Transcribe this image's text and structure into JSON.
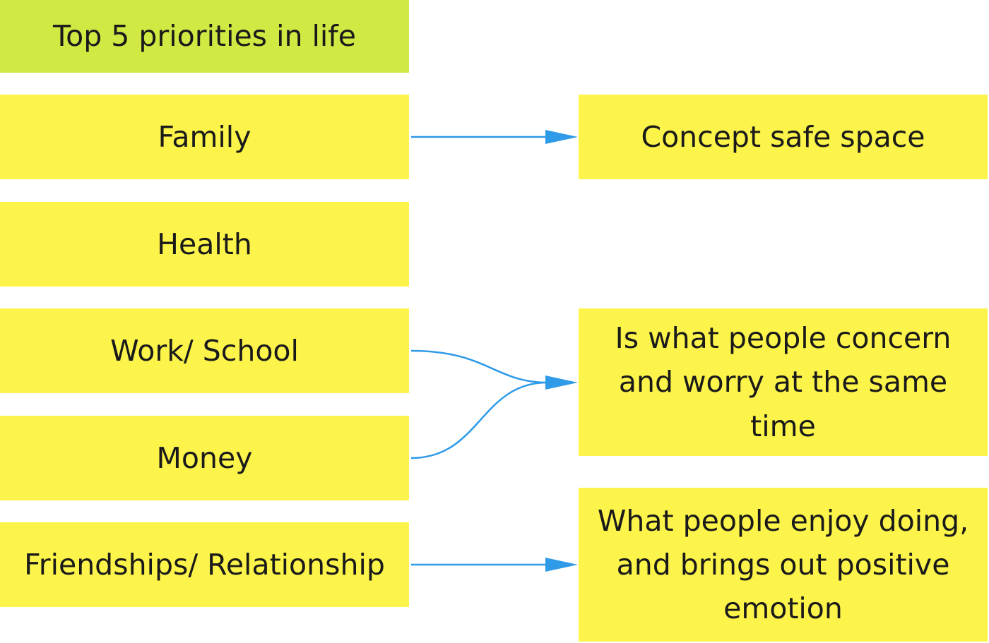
{
  "diagram": {
    "title": "Top 5 priorities in life",
    "priorities": [
      {
        "id": "family",
        "label": "Family"
      },
      {
        "id": "health",
        "label": "Health"
      },
      {
        "id": "work",
        "label": "Work/ School"
      },
      {
        "id": "money",
        "label": "Money"
      },
      {
        "id": "friends",
        "label": "Friendships/ Relationship"
      }
    ],
    "notes": [
      {
        "id": "safe",
        "label": "Concept safe space"
      },
      {
        "id": "concern",
        "label": "Is what people concern and worry at the same time"
      },
      {
        "id": "enjoy",
        "label": "What people enjoy doing, and brings out positive emotion"
      }
    ],
    "connections": [
      {
        "from": "family",
        "to": "safe"
      },
      {
        "from": "work",
        "to": "concern"
      },
      {
        "from": "money",
        "to": "concern"
      },
      {
        "from": "friends",
        "to": "enjoy"
      }
    ],
    "colors": {
      "title_fill": "#d2e843",
      "box_fill": "#fcf44a",
      "connector": "#2f9ae8",
      "text": "#1a1a1a"
    }
  }
}
